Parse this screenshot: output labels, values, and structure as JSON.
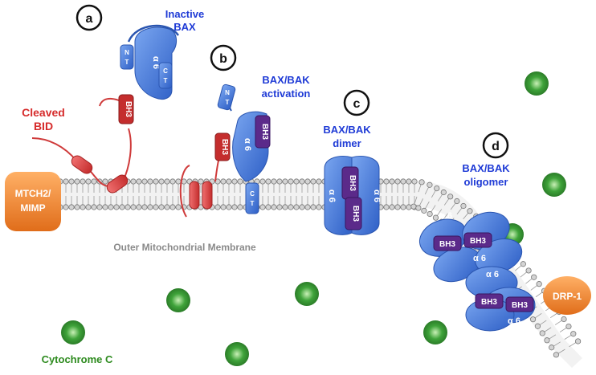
{
  "steps": {
    "a": {
      "number": "a",
      "label_line1": "Inactive",
      "label_line2": "BAX"
    },
    "b": {
      "number": "b",
      "label_line1": "BAX/BAK",
      "label_line2": "activation"
    },
    "c": {
      "number": "c",
      "label_line1": "BAX/BAK",
      "label_line2": "dimer"
    },
    "d": {
      "number": "d",
      "label_line1": "BAX/BAK",
      "label_line2": "oligomer"
    }
  },
  "bid": {
    "line1": "Cleaved",
    "line2": "BID"
  },
  "domains": {
    "bh3": "BH3",
    "alpha6": "α 6",
    "nt_n": "N",
    "nt_t": "T",
    "ct_c": "C",
    "ct_t": "T"
  },
  "mtch2": {
    "line1": "MTCH2/",
    "line2": "MIMP"
  },
  "membrane_label": "Outer Mitochondrial Membrane",
  "cytochrome_label": "Cytochrome C",
  "drp1_label": "DRP-1",
  "colors": {
    "bax_blue": "#3f74d6",
    "bh3_purple": "#5b2a8a",
    "bid_red": "#cf3a3a",
    "mtch2_orange": "#f0842c",
    "cytc_green": "#3fa33a",
    "text_blue": "#1f3bd6",
    "text_red": "#d62b2b"
  }
}
